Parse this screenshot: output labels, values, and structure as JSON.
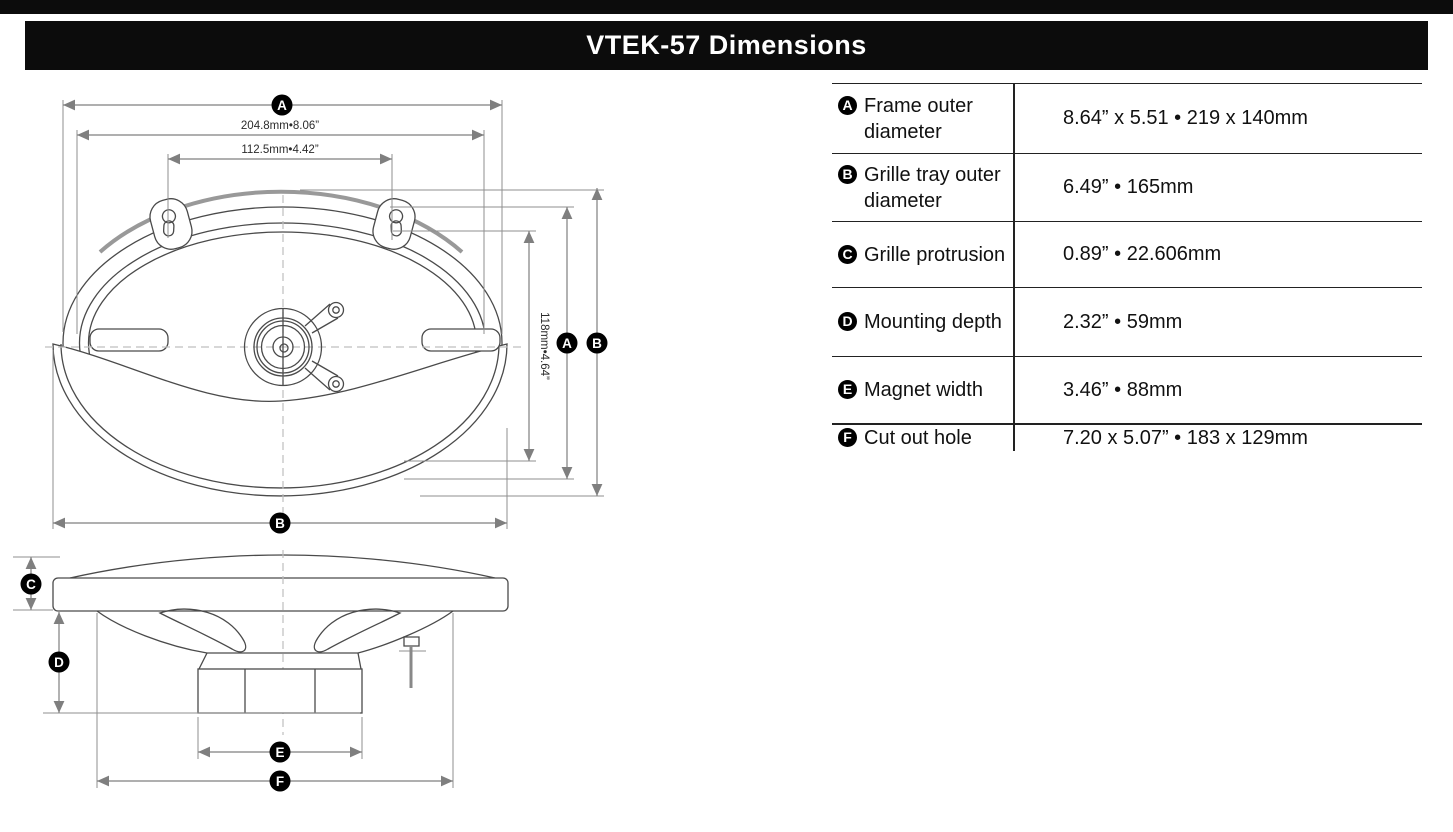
{
  "title_bar": {
    "title": "VTEK-57 Dimensions"
  },
  "spec_table": {
    "rows": [
      {
        "letter": "A",
        "label_line1": "Frame outer",
        "label_line2": "diameter",
        "value": "8.64” x 5.51 • 219 x 140mm"
      },
      {
        "letter": "B",
        "label_line1": "Grille tray outer",
        "label_line2": "diameter",
        "value": "6.49” • 165mm"
      },
      {
        "letter": "C",
        "label_line1": "Grille protrusion",
        "label_line2": "",
        "value": "0.89” • 22.606mm"
      },
      {
        "letter": "D",
        "label_line1": "Mounting depth",
        "label_line2": "",
        "value": "2.32” • 59mm"
      },
      {
        "letter": "E",
        "label_line1": "Magnet width",
        "label_line2": "",
        "value": "3.46” • 88mm"
      },
      {
        "letter": "F",
        "label_line1": "Cut out hole",
        "label_line2": "",
        "value": "7.20 x 5.07” • 183 x 129mm"
      }
    ]
  },
  "diagram": {
    "labels": {
      "a": "A",
      "b": "B",
      "c": "C",
      "d": "D",
      "e": "E",
      "f": "F"
    },
    "measurements": {
      "frame_width": "204.8mm•8.06”",
      "tab_span": "112.5mm•4.42”",
      "inner_height": "118mm•4.64”"
    },
    "accent_color": "#7f7f7f"
  }
}
